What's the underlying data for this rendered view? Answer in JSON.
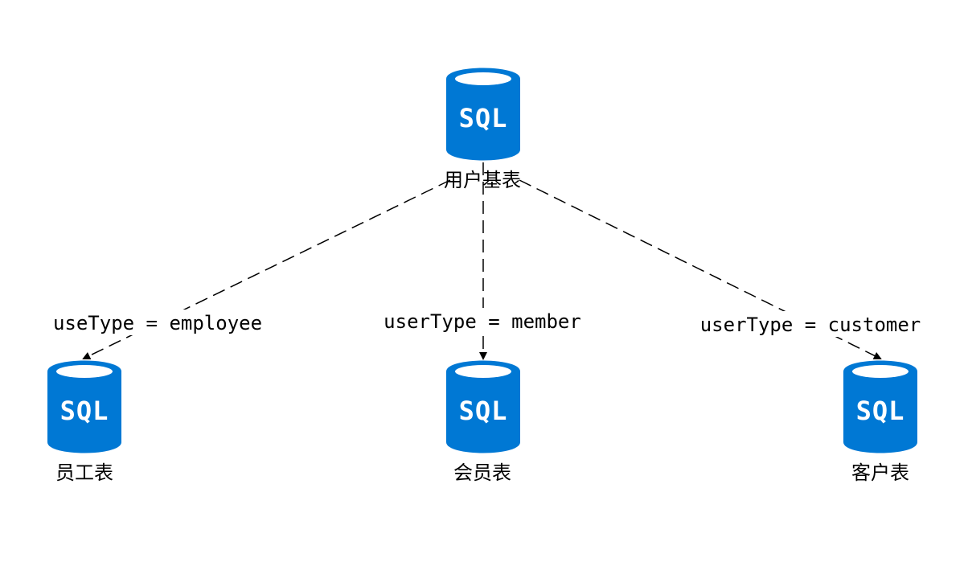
{
  "nodes": {
    "base": {
      "label": "用户基表",
      "db_text": "SQL"
    },
    "employee": {
      "label": "员工表",
      "db_text": "SQL"
    },
    "member": {
      "label": "会员表",
      "db_text": "SQL"
    },
    "customer": {
      "label": "客户表",
      "db_text": "SQL"
    }
  },
  "edges": {
    "employee": {
      "label": "useType = employee"
    },
    "member": {
      "label": "userType = member"
    },
    "customer": {
      "label": "userType = customer"
    }
  },
  "colors": {
    "db_fill": "#0078d4",
    "db_highlight": "#ffffff",
    "line": "#000000"
  },
  "icons": {
    "database": "sql-database-icon"
  }
}
